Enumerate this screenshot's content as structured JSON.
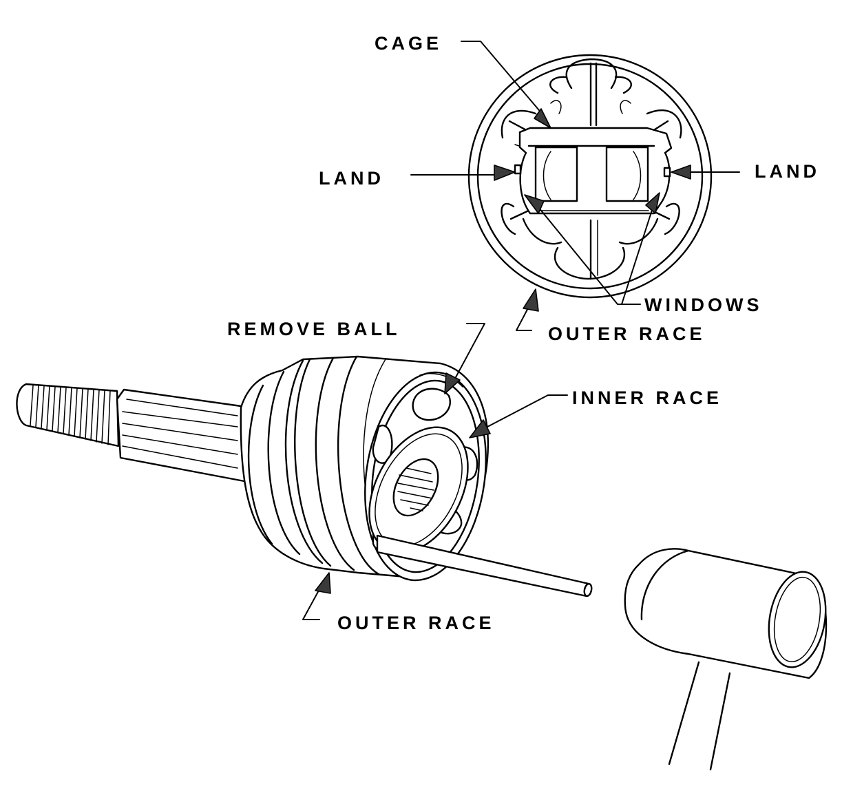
{
  "labels": {
    "cage": "CAGE",
    "land_left": "LAND",
    "land_right": "LAND",
    "windows": "WINDOWS",
    "outer_race_top": "OUTER RACE",
    "remove_ball": "REMOVE BALL",
    "inner_race": "INNER RACE",
    "outer_race_bottom": "OUTER RACE"
  },
  "icons": {
    "top_view": "cv-joint-end-view-icon",
    "main_view": "cv-joint-assembly-icon",
    "hammer": "mallet-icon",
    "drift": "brass-drift-rod-icon"
  },
  "colors": {
    "line": "#000000",
    "background": "#ffffff",
    "arrow_fill": "#3a3a3a"
  }
}
